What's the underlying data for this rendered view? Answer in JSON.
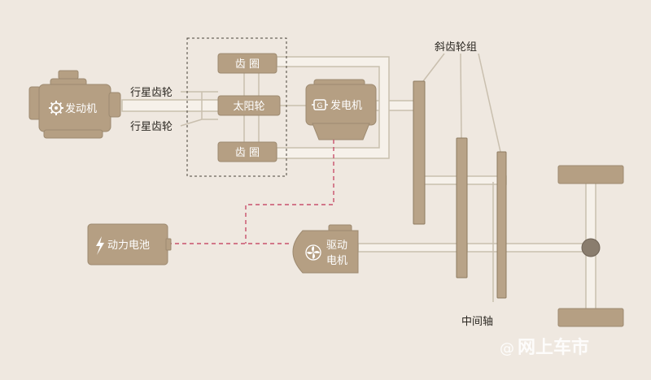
{
  "engine": {
    "label": "发动机",
    "icon": "gear-icon"
  },
  "planetary": {
    "planet_gear_top": "行星齿轮",
    "planet_gear_bottom": "行星齿轮",
    "ring_top": "齿 圈",
    "sun": "太阳轮",
    "ring_bottom": "齿 圈"
  },
  "generator": {
    "label": "发电机",
    "icon": "generator-icon"
  },
  "helical_gear_set": {
    "label": "斜齿轮组"
  },
  "countershaft": {
    "label": "中间轴"
  },
  "battery": {
    "label": "动力电池",
    "icon": "lightning-icon"
  },
  "drive_motor": {
    "label_line1": "驱动",
    "label_line2": "电机",
    "icon": "fan-icon"
  },
  "watermark": {
    "at": "@",
    "text": "网上车市"
  },
  "colors": {
    "background": "#efe8e0",
    "component": "#b59f83",
    "shaft": "#f6f1ea",
    "electric_link": "#c8506c"
  }
}
